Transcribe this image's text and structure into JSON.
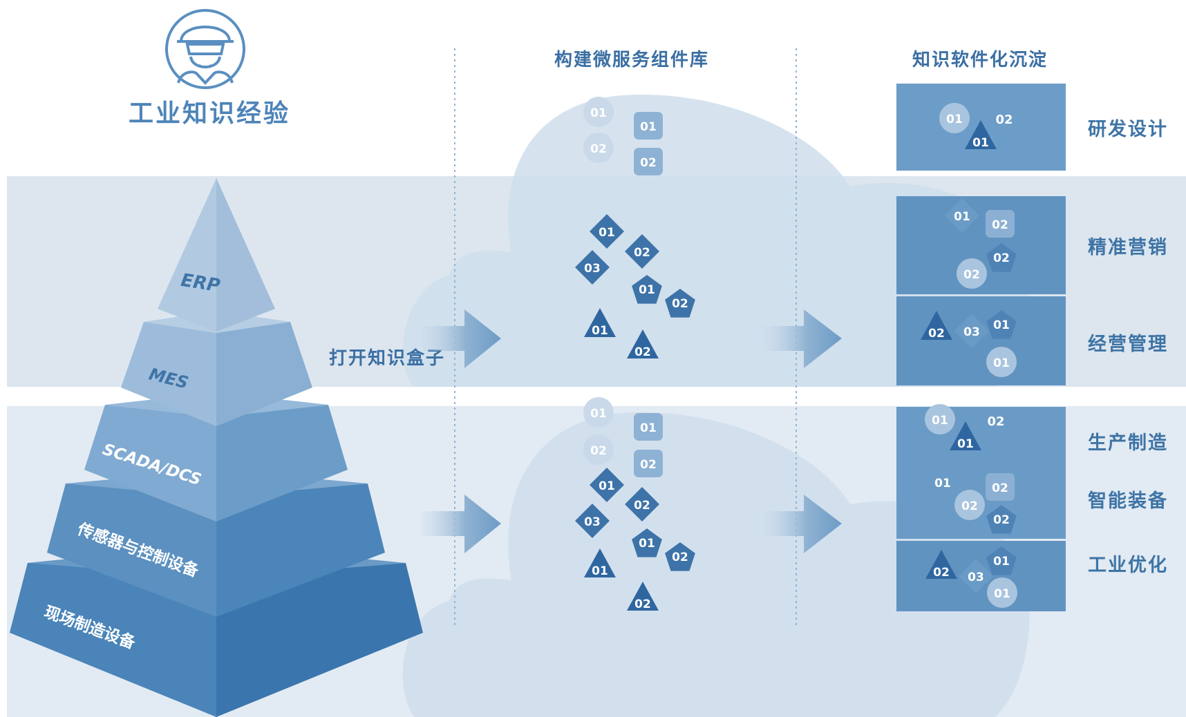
{
  "worker": {
    "title": "工业知识经验"
  },
  "pyramid": {
    "levels": [
      {
        "label": "ERP"
      },
      {
        "label": "MES"
      },
      {
        "label": "SCADA/DCS"
      },
      {
        "label": "传感器与控制设备"
      },
      {
        "label": "现场制造设备"
      }
    ]
  },
  "open_box_label": "打开知识盒子",
  "column_headers": {
    "microservice": "构建微服务组件库",
    "knowledge": "知识软件化沉淀"
  },
  "categories": [
    {
      "label": "研发设计"
    },
    {
      "label": "精准营销"
    },
    {
      "label": "经营管理"
    },
    {
      "label": "生产制造"
    },
    {
      "label": "智能装备"
    },
    {
      "label": "工业优化"
    }
  ],
  "token_labels": {
    "t01": "01",
    "t02": "02",
    "t03": "03"
  },
  "colors": {
    "band": "#dde6ef",
    "cloud": "#cddcea",
    "pyramid_top": "#a7c1da",
    "pyramid_bottom": "#3a76ad",
    "category_text": "#3e74a5",
    "panel": "#6a9bc6",
    "accent_dark": "#2e669f"
  }
}
